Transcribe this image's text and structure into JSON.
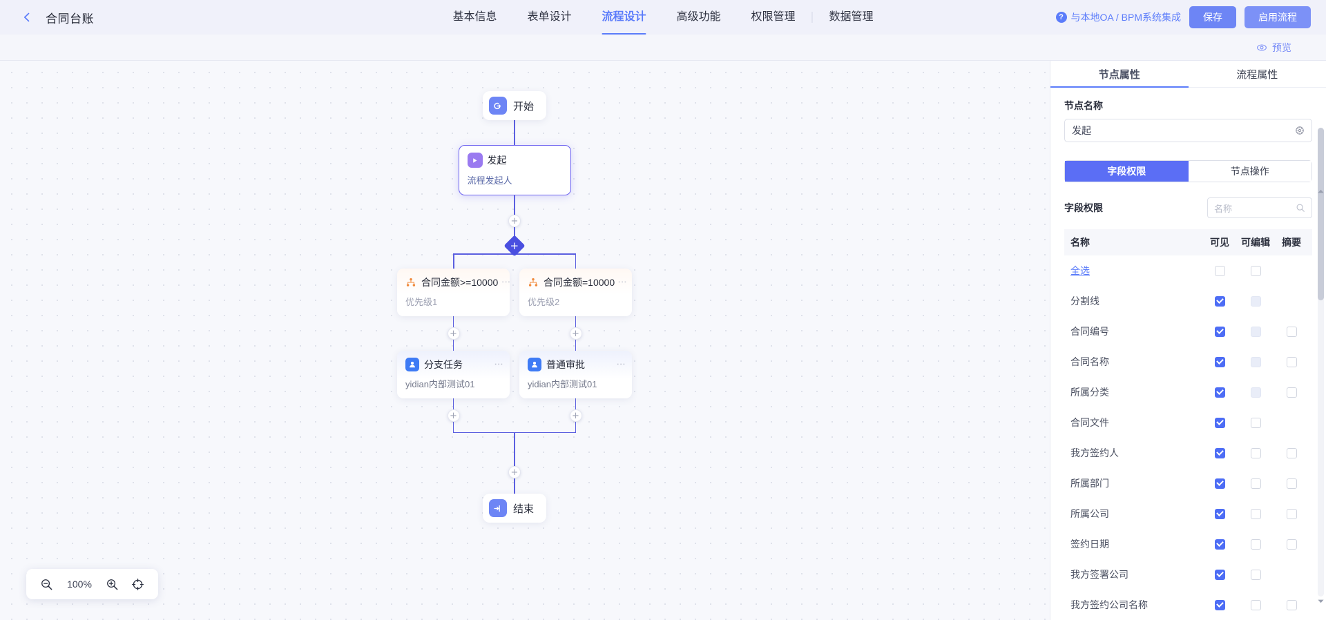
{
  "header": {
    "back_icon": "chevron-left-icon",
    "title": "合同台账",
    "tabs": [
      {
        "label": "基本信息",
        "active": false
      },
      {
        "label": "表单设计",
        "active": false
      },
      {
        "label": "流程设计",
        "active": true
      },
      {
        "label": "高级功能",
        "active": false
      },
      {
        "label": "权限管理",
        "active": false
      },
      {
        "label": "数据管理",
        "active": false
      }
    ],
    "integrate_label": "与本地OA / BPM系统集成",
    "help_badge": "?",
    "save_label": "保存",
    "enable_label": "启用流程"
  },
  "subbar": {
    "preview_label": "预览",
    "preview_icon": "eye-icon"
  },
  "canvas": {
    "zoom_value": "100%",
    "zoom_out_icon": "zoom-out-icon",
    "zoom_in_icon": "zoom-in-icon",
    "fit_icon": "fit-screen-icon",
    "flow": {
      "start": {
        "label": "开始",
        "icon": "start-node-icon"
      },
      "launch": {
        "label": "发起",
        "sub": "流程发起人",
        "icon": "play-node-icon",
        "selected": true
      },
      "branch_gateway": {
        "icon": "branch-plus-icon"
      },
      "branches": [
        {
          "condition": {
            "label": "合同金额>=10000",
            "sub": "优先级1",
            "icon": "condition-icon",
            "menu": "more-icon"
          },
          "task": {
            "label": "分支任务",
            "sub": "yidian内部测试01",
            "icon": "user-node-icon",
            "menu": "more-icon"
          }
        },
        {
          "condition": {
            "label": "合同金额=10000",
            "sub": "优先级2",
            "icon": "condition-icon",
            "menu": "more-icon"
          },
          "task": {
            "label": "普通审批",
            "sub": "yidian内部测试01",
            "icon": "user-node-icon",
            "menu": "more-icon"
          }
        }
      ],
      "end": {
        "label": "结束",
        "icon": "end-node-icon"
      },
      "add_icon": "plus-icon"
    }
  },
  "panel": {
    "tabs": [
      {
        "label": "节点属性",
        "active": true
      },
      {
        "label": "流程属性",
        "active": false
      }
    ],
    "node_name_label": "节点名称",
    "node_name_value": "发起",
    "node_name_suffix_icon": "settings-wheel-icon",
    "segments": [
      {
        "label": "字段权限",
        "active": true
      },
      {
        "label": "节点操作",
        "active": false
      }
    ],
    "field_perm_title": "字段权限",
    "search_placeholder": "名称",
    "search_icon": "search-icon",
    "table": {
      "columns": [
        "名称",
        "可见",
        "可编辑",
        "摘要"
      ],
      "rows": [
        {
          "name": "全选",
          "is_link": true,
          "visible": "unchecked",
          "editable": "unchecked",
          "summary": "none"
        },
        {
          "name": "分割线",
          "is_link": false,
          "visible": "checked",
          "editable": "disabled",
          "summary": "none"
        },
        {
          "name": "合同编号",
          "is_link": false,
          "visible": "checked",
          "editable": "disabled",
          "summary": "unchecked"
        },
        {
          "name": "合同名称",
          "is_link": false,
          "visible": "checked",
          "editable": "disabled",
          "summary": "unchecked"
        },
        {
          "name": "所属分类",
          "is_link": false,
          "visible": "checked",
          "editable": "disabled",
          "summary": "unchecked"
        },
        {
          "name": "合同文件",
          "is_link": false,
          "visible": "checked",
          "editable": "unchecked",
          "summary": "none"
        },
        {
          "name": "我方签约人",
          "is_link": false,
          "visible": "checked",
          "editable": "unchecked",
          "summary": "unchecked"
        },
        {
          "name": "所属部门",
          "is_link": false,
          "visible": "checked",
          "editable": "unchecked",
          "summary": "unchecked"
        },
        {
          "name": "所属公司",
          "is_link": false,
          "visible": "checked",
          "editable": "unchecked",
          "summary": "unchecked"
        },
        {
          "name": "签约日期",
          "is_link": false,
          "visible": "checked",
          "editable": "unchecked",
          "summary": "unchecked"
        },
        {
          "name": "我方签署公司",
          "is_link": false,
          "visible": "checked",
          "editable": "unchecked",
          "summary": "none"
        },
        {
          "name": "我方签约公司名称",
          "is_link": false,
          "visible": "checked",
          "editable": "unchecked",
          "summary": "unchecked"
        }
      ]
    }
  },
  "colors": {
    "accent": "#5b7cfa",
    "flow_line": "#5b5fe0",
    "gateway": "#4a4fe0",
    "checkbox": "#4d6df5",
    "condition_icon": "#f08a3c"
  }
}
